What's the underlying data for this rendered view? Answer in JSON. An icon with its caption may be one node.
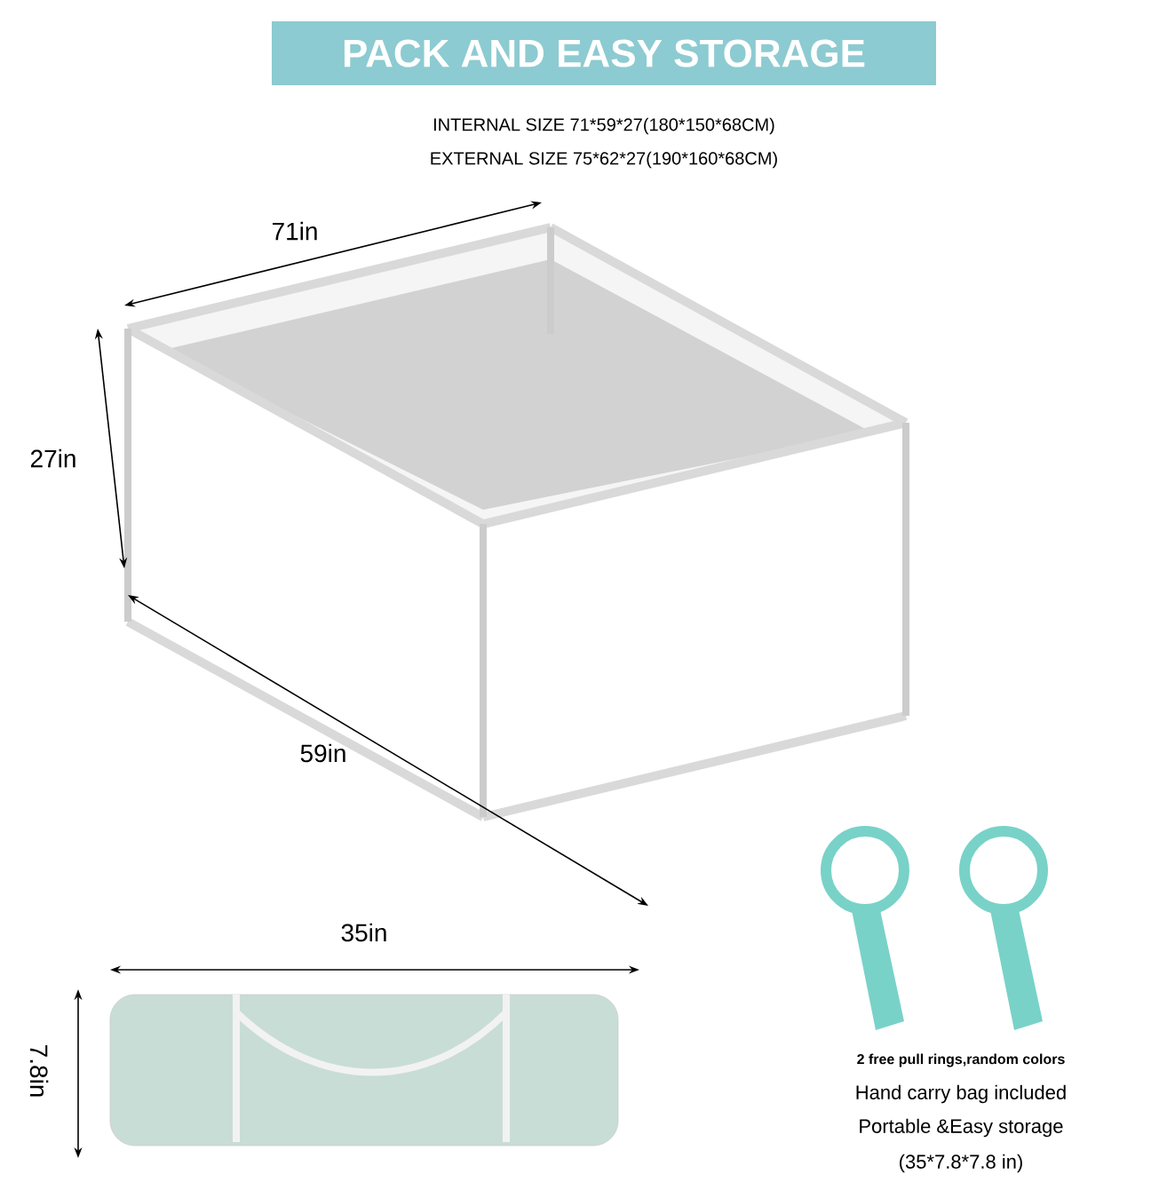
{
  "diagram": {
    "title": "PACK AND EASY STORAGE",
    "labels": [
      "INTERNAL SIZE 71*59*27(180*150*68CM)",
      "EXTERNAL SIZE 75*62*27(190*160*68CM)",
      "71in",
      "27in",
      "59in",
      "35in",
      "7.8in",
      "2 free pull rings,random colors",
      "Hand carry bag included",
      "Portable &Easy storage",
      "(35*7.8*7.8 in)"
    ]
  }
}
